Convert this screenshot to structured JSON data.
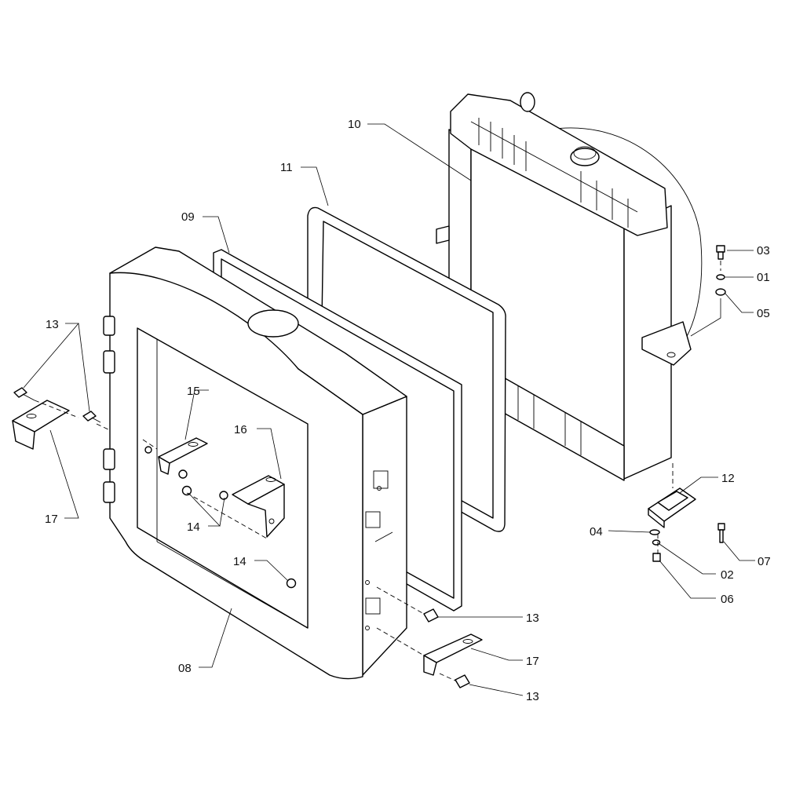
{
  "callouts": [
    {
      "id": "c10",
      "text": "10"
    },
    {
      "id": "c11",
      "text": "11"
    },
    {
      "id": "c09",
      "text": "09"
    },
    {
      "id": "c03",
      "text": "03"
    },
    {
      "id": "c01",
      "text": "01"
    },
    {
      "id": "c05",
      "text": "05"
    },
    {
      "id": "c13a",
      "text": "13"
    },
    {
      "id": "c15",
      "text": "15"
    },
    {
      "id": "c16",
      "text": "16"
    },
    {
      "id": "c12",
      "text": "12"
    },
    {
      "id": "c17a",
      "text": "17"
    },
    {
      "id": "c14a",
      "text": "14"
    },
    {
      "id": "c04",
      "text": "04"
    },
    {
      "id": "c07",
      "text": "07"
    },
    {
      "id": "c02",
      "text": "02"
    },
    {
      "id": "c14b",
      "text": "14"
    },
    {
      "id": "c06",
      "text": "06"
    },
    {
      "id": "c13b",
      "text": "13"
    },
    {
      "id": "c17b",
      "text": "17"
    },
    {
      "id": "c08",
      "text": "08"
    },
    {
      "id": "c13c",
      "text": "13"
    }
  ]
}
